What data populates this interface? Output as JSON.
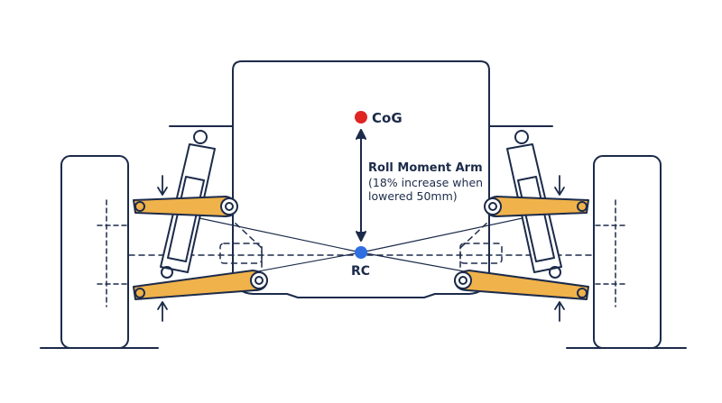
{
  "labels": {
    "cog": "CoG",
    "rc": "RC",
    "arm_title": "Roll Moment Arm",
    "arm_note_1": "(18% increase when",
    "arm_note_2": "lowered 50mm)"
  },
  "colors": {
    "outline": "#1c2b4a",
    "arm": "#f0b24a",
    "cog_dot": "#e02424",
    "rc_dot": "#2f6fe0",
    "background": "#ffffff"
  }
}
